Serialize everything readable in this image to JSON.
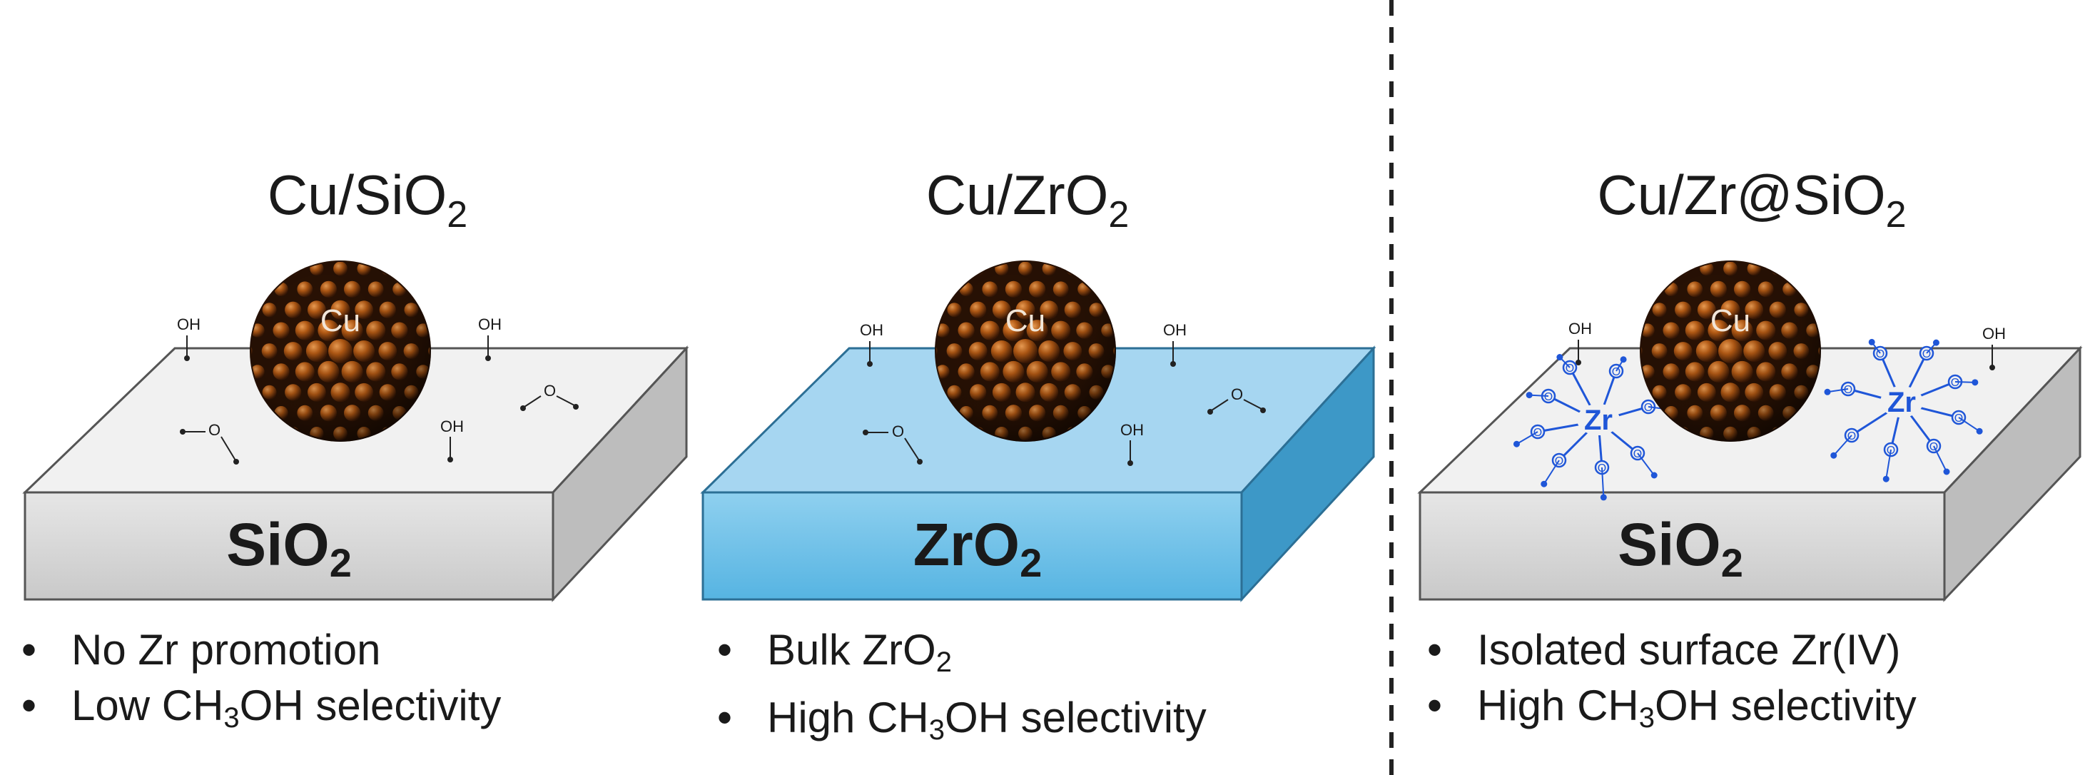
{
  "panels": [
    {
      "title_main": "Cu/SiO",
      "title_sub": "2",
      "support_main": "SiO",
      "support_sub": "2",
      "particle_label": "Cu",
      "species": {
        "oh": "OH",
        "o": "O"
      },
      "bullets": [
        {
          "pre": "No Zr promotion",
          "sub": "",
          "post": ""
        },
        {
          "pre": "Low CH",
          "sub": "3",
          "post": "OH selectivity"
        }
      ]
    },
    {
      "title_main": "Cu/ZrO",
      "title_sub": "2",
      "support_main": "ZrO",
      "support_sub": "2",
      "particle_label": "Cu",
      "species": {
        "oh": "OH",
        "o": "O"
      },
      "bullets": [
        {
          "pre": "Bulk ZrO",
          "sub": "2",
          "post": ""
        },
        {
          "pre": "High CH",
          "sub": "3",
          "post": "OH selectivity"
        }
      ]
    },
    {
      "title_main": "Cu/Zr@SiO",
      "title_sub": "2",
      "support_main": "SiO",
      "support_sub": "2",
      "particle_label": "Cu",
      "species": {
        "oh": "OH",
        "o": "O",
        "zr": "Zr"
      },
      "bullets": [
        {
          "pre": "Isolated surface Zr(IV)",
          "sub": "",
          "post": ""
        },
        {
          "pre": "High CH",
          "sub": "3",
          "post": "OH selectivity"
        }
      ]
    }
  ],
  "bullet_symbol": "•",
  "colors": {
    "silica_top": "#f1f1f1",
    "silica_front": "#d9d9d9",
    "silica_side": "#bdbdbd",
    "zirconia_top": "#a6d6f1",
    "zirconia_front": "#6cc0e8",
    "zirconia_side": "#3d98c7",
    "copper": "#7a3a0c",
    "zr_blue": "#1f56d8",
    "divider": "#222222"
  }
}
